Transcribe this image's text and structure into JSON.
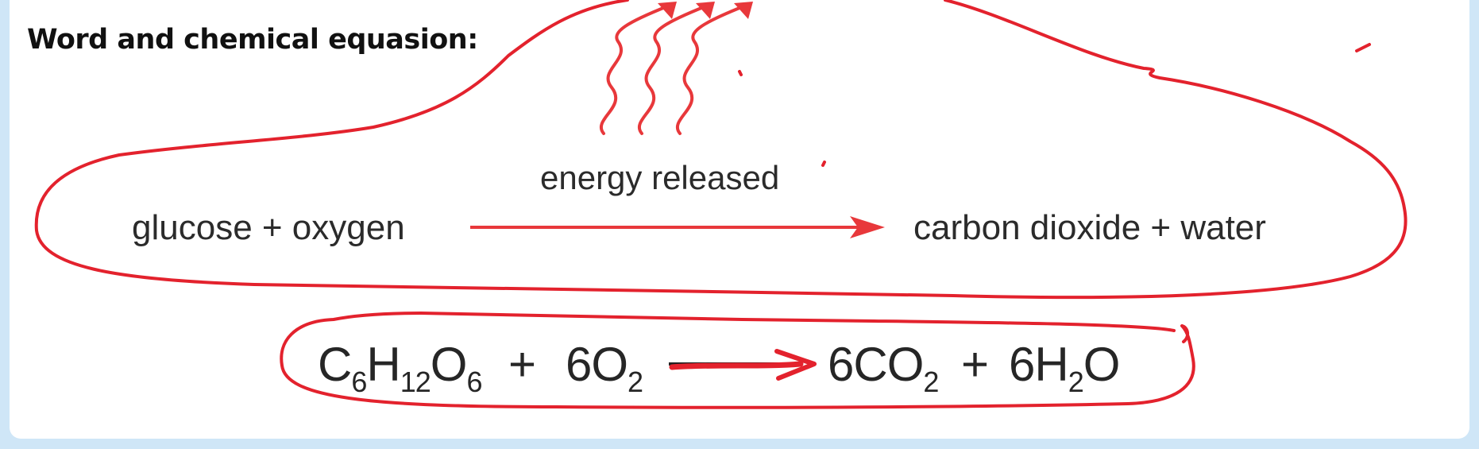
{
  "heading": "Word and chemical equasion:",
  "word_equation": {
    "reactants": "glucose + oxygen",
    "arrow_label": "energy released",
    "products": "carbon dioxide + water"
  },
  "chemical_equation": {
    "reactant_1": {
      "a": "C",
      "a_sub": "6",
      "b": "H",
      "b_sub": "12",
      "c": "O",
      "c_sub": "6"
    },
    "plus_1": " + ",
    "reactant_2": {
      "coef": "6",
      "a": "O",
      "a_sub": "2"
    },
    "product_1": {
      "coef": "6",
      "a": "CO",
      "a_sub": "2"
    },
    "plus_2": " + ",
    "product_2": {
      "coef": "6",
      "a": "H",
      "a_sub": "2",
      "b": "O"
    }
  },
  "colors": {
    "ink_red": "#e3222d",
    "arrow_red": "#e8383b",
    "text": "#2b2b2b",
    "frame": "#cfe6f7"
  }
}
